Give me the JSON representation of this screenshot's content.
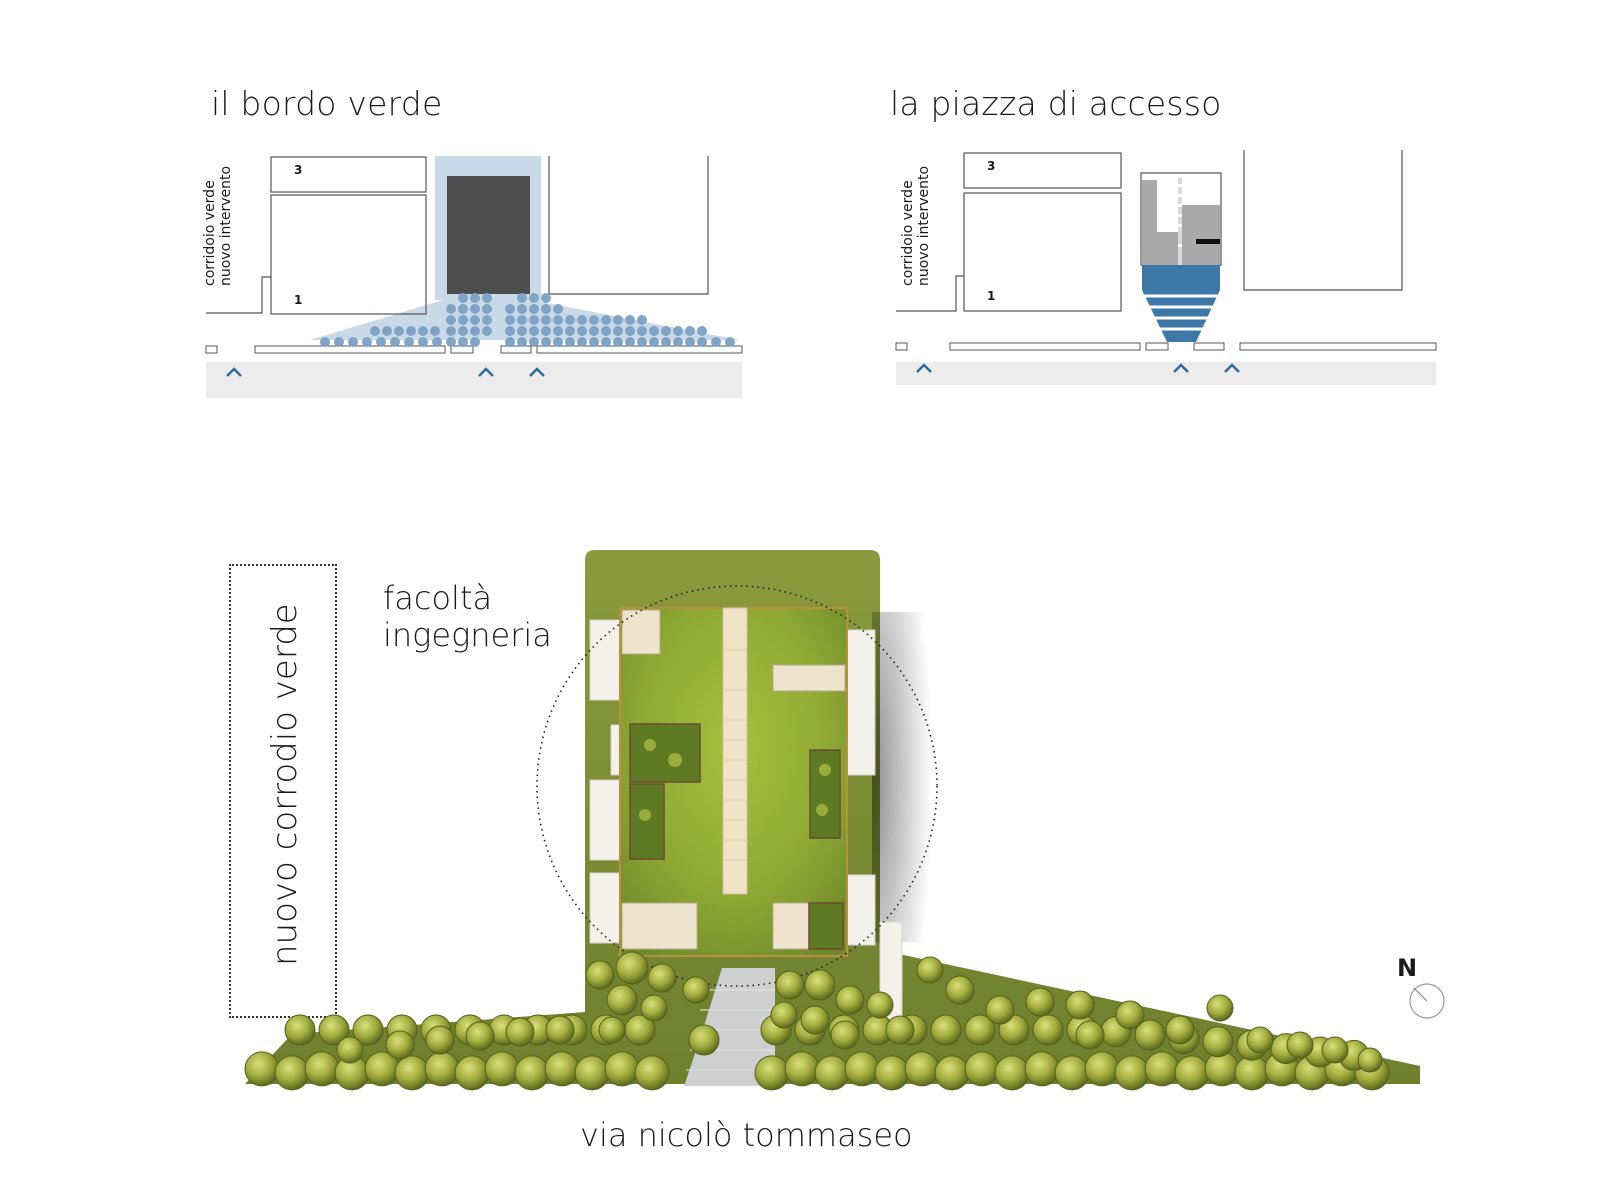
{
  "diagram_a": {
    "title": "il bordo verde",
    "label_line1": "corridoio verde",
    "label_line2": "nuovo intervento",
    "block_top_number": "3",
    "block_bottom_number": "1"
  },
  "diagram_b": {
    "title": "la piazza di accesso",
    "label_line1": "corridoio verde",
    "label_line2": "nuovo intervento",
    "block_top_number": "3",
    "block_bottom_number": "1"
  },
  "plan": {
    "corridor_label": "nuovo corrodio verde",
    "faculty_line1": "facoltà",
    "faculty_line2": "ingegneria",
    "street_label": "via nicolò tommaseo",
    "north_label": "N"
  },
  "colors": {
    "green_light": "#a3bd52",
    "green_dark": "#6f8a2a",
    "olive": "#8a9a3c",
    "blue_fill": "#c9d9e8",
    "blue_dots": "#7fa4c6",
    "blue_dark": "#3e78a8",
    "road_grey": "#ececec",
    "building_dark": "#4d4d4d"
  }
}
